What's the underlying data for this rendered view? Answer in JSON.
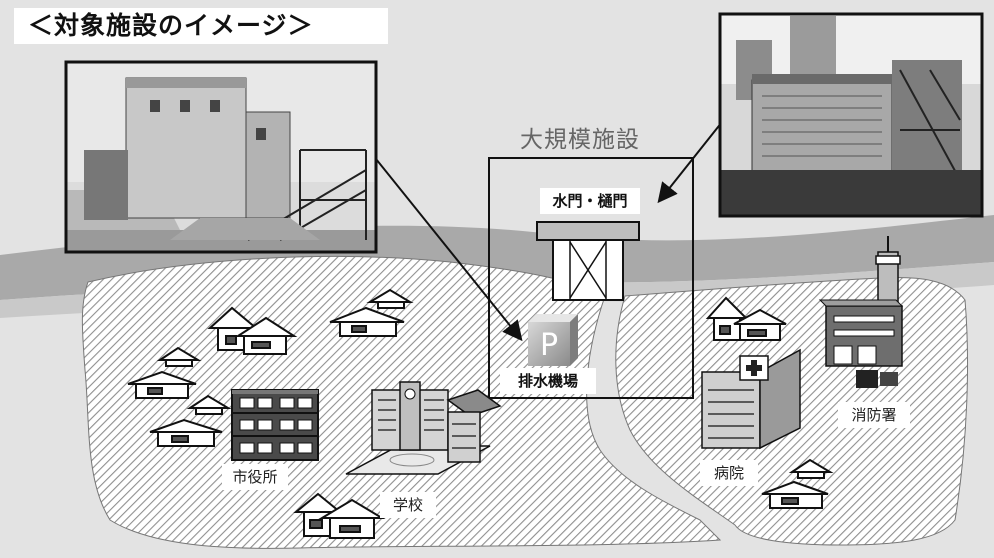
{
  "title": "＜対象施設のイメージ＞",
  "large_facility_label": "大規模施設",
  "facilities": {
    "sluice_gate": "水門・樋門",
    "pump_station": "排水機場",
    "pump_station_icon": "P"
  },
  "places": {
    "city_hall": "市役所",
    "school": "学校",
    "hospital": "病院",
    "fire_station": "消防署"
  },
  "colors": {
    "sky": "#e3e3e3",
    "river": "#bebebe",
    "land_hatch": "#9a9a9a",
    "land_bg": "#ffffff"
  }
}
